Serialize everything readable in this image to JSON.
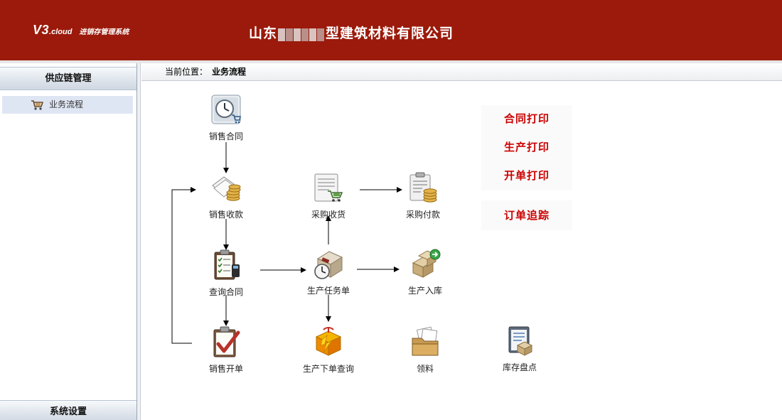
{
  "header": {
    "logo_main": "V3",
    "logo_suffix": ".cloud",
    "logo_subtitle": "进销存管理系统",
    "company_prefix": "山东",
    "company_suffix": "型建筑材料有限公司",
    "bg_color": "#9b1a0b"
  },
  "sidebar": {
    "top_section": "供应链管理",
    "items": [
      {
        "label": "业务流程",
        "icon": "cart-icon"
      }
    ],
    "bottom_section": "系统设置"
  },
  "breadcrumb": {
    "prefix": "当前位置：",
    "current": "业务流程"
  },
  "flow": {
    "nodes": {
      "sales_contract": "销售合同",
      "sales_receipt": "销售收款",
      "query_contract": "查询合同",
      "sales_invoice": "销售开单",
      "purchase_receive": "采购收货",
      "purchase_payment": "采购付款",
      "production_task": "生产任务单",
      "production_storage": "生产入库",
      "production_order_query": "生产下单查询",
      "material_pick": "领料",
      "inventory_count": "库存盘点"
    }
  },
  "print_links": {
    "contract_print": "合同打印",
    "production_print": "生产打印",
    "invoice_print": "开单打印",
    "order_tracking": "订单追踪",
    "color": "#cc0000"
  }
}
